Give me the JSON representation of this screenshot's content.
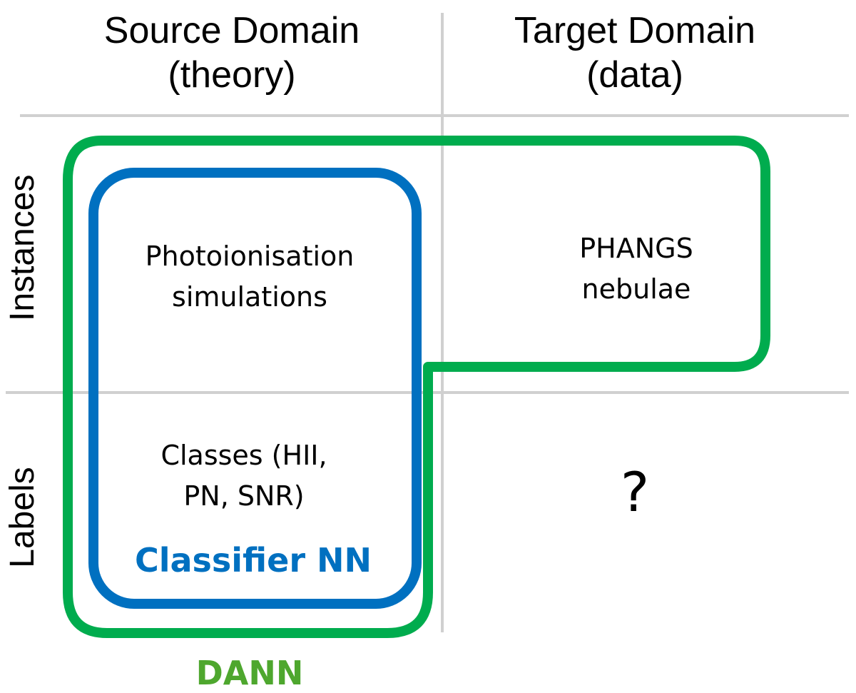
{
  "columns": [
    {
      "title": "Source Domain",
      "subtitle": "(theory)"
    },
    {
      "title": "Target Domain",
      "subtitle": "(data)"
    }
  ],
  "rows": [
    {
      "label": "Instances"
    },
    {
      "label": "Labels"
    }
  ],
  "cells": {
    "source_instances": [
      "Photoionisation",
      "simulations"
    ],
    "target_instances": [
      "PHANGS",
      "nebulae"
    ],
    "source_labels": [
      "Classes (HII,",
      "PN, SNR)"
    ],
    "target_labels": "?"
  },
  "groups": {
    "classifier": {
      "label": "Classifier NN",
      "color": "#0070C0"
    },
    "dann": {
      "label": "DANN",
      "color": "#00AC4E",
      "label_color": "#4EA72E"
    }
  },
  "grid_color": "#D0D0D0"
}
